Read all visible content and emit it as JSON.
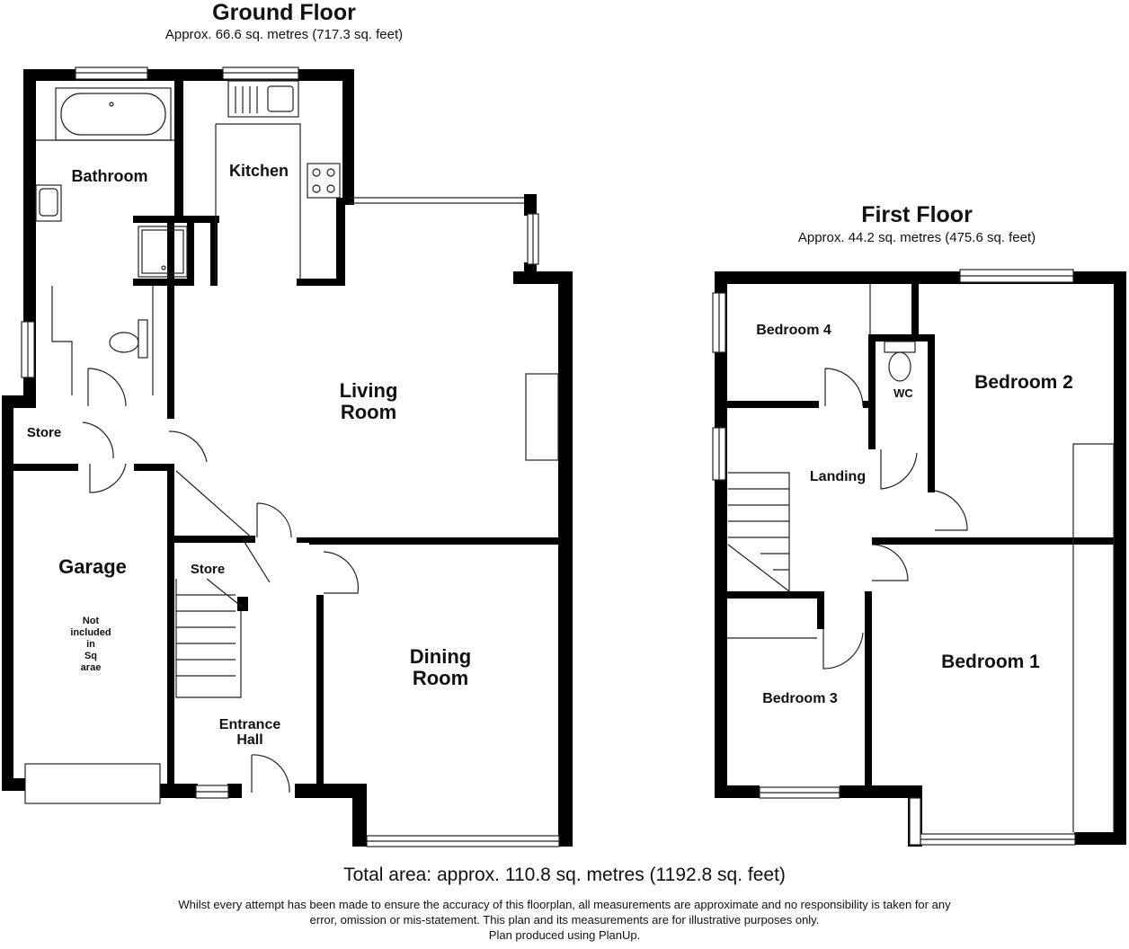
{
  "ground_floor": {
    "title": "Ground Floor",
    "area": "Approx. 66.6 sq. metres (717.3 sq. feet)",
    "rooms": {
      "bathroom": "Bathroom",
      "kitchen": "Kitchen",
      "living_room_1": "Living",
      "living_room_2": "Room",
      "store_left": "Store",
      "store_stairs": "Store",
      "garage": "Garage",
      "garage_note_1": "Not",
      "garage_note_2": "included",
      "garage_note_3": "in",
      "garage_note_4": "Sq",
      "garage_note_5": "arae",
      "entrance_hall_1": "Entrance",
      "entrance_hall_2": "Hall",
      "dining_room_1": "Dining",
      "dining_room_2": "Room"
    }
  },
  "first_floor": {
    "title": "First Floor",
    "area": "Approx. 44.2 sq. metres (475.6 sq. feet)",
    "rooms": {
      "bedroom_4": "Bedroom 4",
      "wc": "WC",
      "bedroom_2": "Bedroom 2",
      "landing": "Landing",
      "bedroom_3": "Bedroom 3",
      "bedroom_1": "Bedroom 1"
    }
  },
  "total_area": "Total area: approx. 110.8 sq. metres (1192.8 sq. feet)",
  "disclaimer": {
    "line1": "Whilst every attempt has been made to ensure the accuracy of this floorplan, all measurements are approximate and no responsibility is taken for any",
    "line2": "error, omission or mis-statement. This plan and its measurements are for illustrative purposes only.",
    "line3": "Plan produced using PlanUp."
  }
}
